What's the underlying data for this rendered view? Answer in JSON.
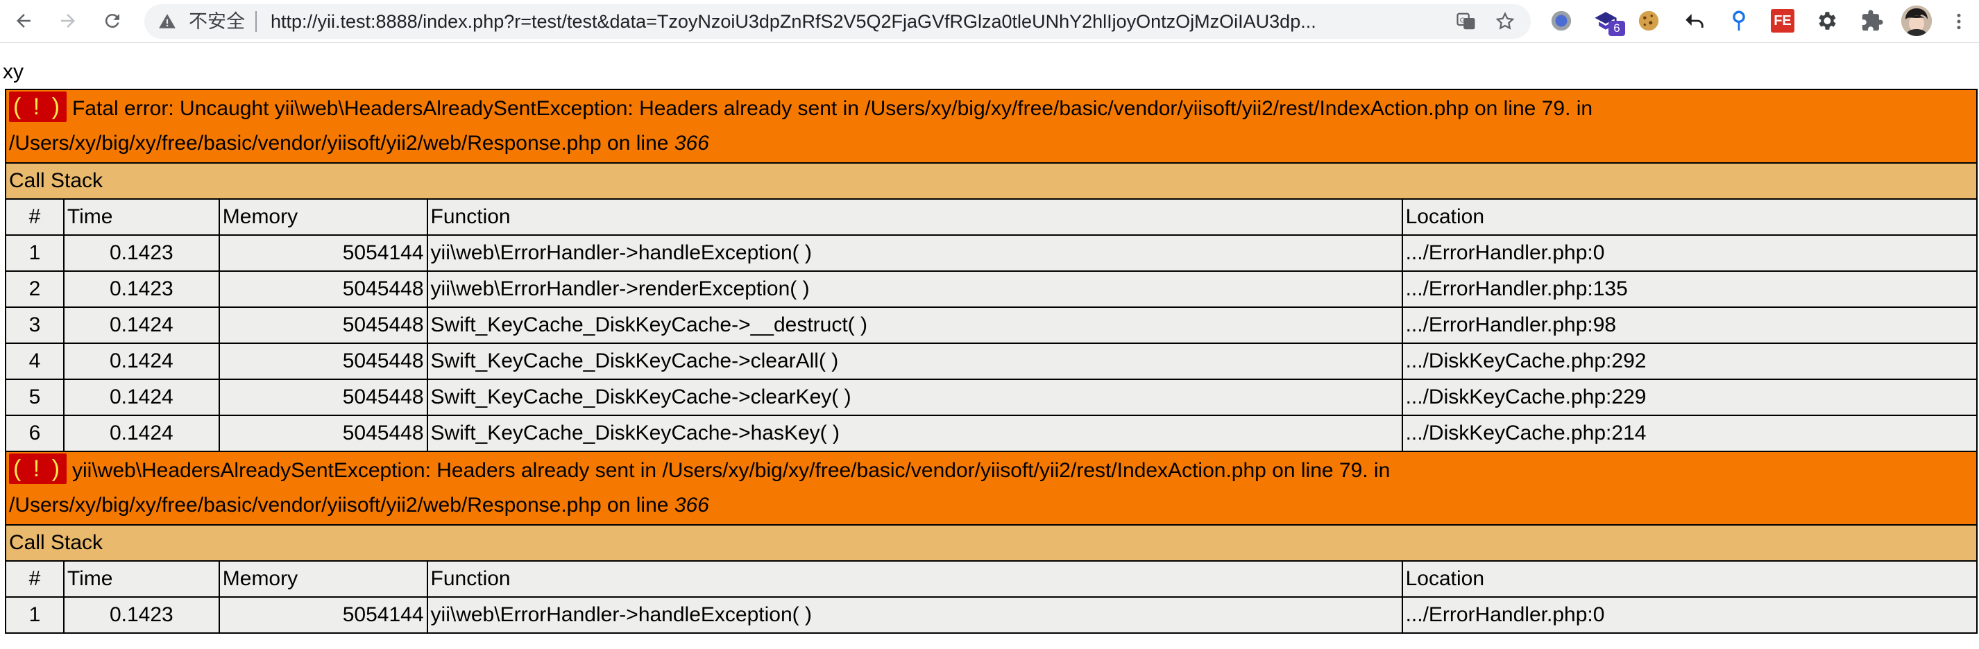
{
  "browser": {
    "insecure_label": "不安全",
    "url": "http://yii.test:8888/index.php?r=test/test&data=TzoyNzoiU3dpZnRfS2V5Q2FjaGVfRGlza0tleUNhY2hlIjoyOntzOjMzOiIAU3dp...",
    "extension_badge": "6",
    "fe_label": "FE",
    "icons": {
      "back": "back-arrow-icon",
      "forward": "forward-arrow-icon",
      "reload": "reload-icon",
      "warning": "warning-icon",
      "translate": "translate-icon",
      "bookmark": "star-icon"
    }
  },
  "page": {
    "output_text": "xy"
  },
  "errors": [
    {
      "icon": "( ! )",
      "prefix": "Fatal error: ",
      "message": "Uncaught yii\\web\\HeadersAlreadySentException: Headers already sent in /Users/xy/big/xy/free/basic/vendor/yiisoft/yii2/rest/IndexAction.php on line 79. in /Users/xy/big/xy/free/basic/vendor/yiisoft/yii2/web/Response.php on line ",
      "line": "366",
      "call_stack_label": "Call Stack",
      "columns": [
        "#",
        "Time",
        "Memory",
        "Function",
        "Location"
      ],
      "rows": [
        {
          "n": "1",
          "time": "0.1423",
          "memory": "5054144",
          "function": "yii\\web\\ErrorHandler->handleException( )",
          "location": ".../ErrorHandler.php:0"
        },
        {
          "n": "2",
          "time": "0.1423",
          "memory": "5045448",
          "function": "yii\\web\\ErrorHandler->renderException( )",
          "location": ".../ErrorHandler.php:135"
        },
        {
          "n": "3",
          "time": "0.1424",
          "memory": "5045448",
          "function": "Swift_KeyCache_DiskKeyCache->__destruct( )",
          "location": ".../ErrorHandler.php:98"
        },
        {
          "n": "4",
          "time": "0.1424",
          "memory": "5045448",
          "function": "Swift_KeyCache_DiskKeyCache->clearAll( )",
          "location": ".../DiskKeyCache.php:292"
        },
        {
          "n": "5",
          "time": "0.1424",
          "memory": "5045448",
          "function": "Swift_KeyCache_DiskKeyCache->clearKey( )",
          "location": ".../DiskKeyCache.php:229"
        },
        {
          "n": "6",
          "time": "0.1424",
          "memory": "5045448",
          "function": "Swift_KeyCache_DiskKeyCache->hasKey( )",
          "location": ".../DiskKeyCache.php:214"
        }
      ]
    },
    {
      "icon": "( ! )",
      "prefix": "",
      "message": "yii\\web\\HeadersAlreadySentException: Headers already sent in /Users/xy/big/xy/free/basic/vendor/yiisoft/yii2/rest/IndexAction.php on line 79. in /Users/xy/big/xy/free/basic/vendor/yiisoft/yii2/web/Response.php on line ",
      "line": "366",
      "call_stack_label": "Call Stack",
      "columns": [
        "#",
        "Time",
        "Memory",
        "Function",
        "Location"
      ],
      "rows": [
        {
          "n": "1",
          "time": "0.1423",
          "memory": "5054144",
          "function": "yii\\web\\ErrorHandler->handleException( )",
          "location": ".../ErrorHandler.php:0"
        }
      ]
    }
  ],
  "colors": {
    "error_header": "#f57900",
    "call_stack": "#e9b96e",
    "table_bg": "#eeeeec",
    "icon_bg": "#cc0000",
    "icon_fg": "#fce94f"
  }
}
